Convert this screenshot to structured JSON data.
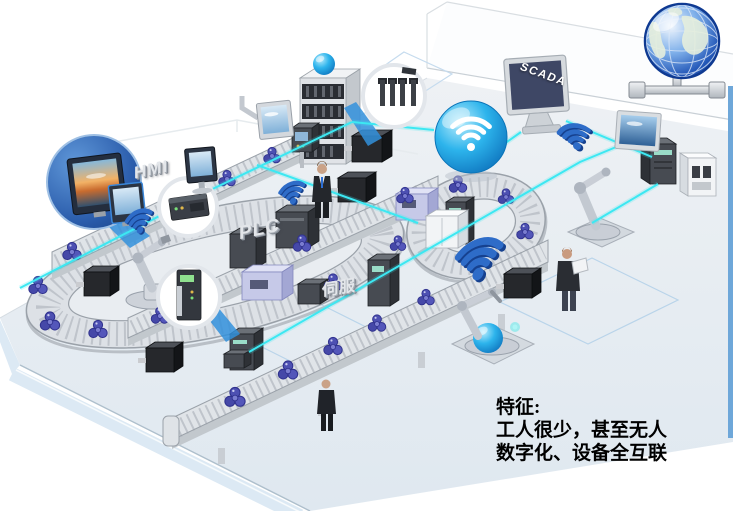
{
  "illustration": {
    "type": "smart-factory-isometric-scene",
    "labels": {
      "hmi": "HMI",
      "plc": "PLC",
      "servo": "伺服",
      "scada": "SCADA"
    },
    "caption": {
      "heading": "特征:",
      "line1": "工人很少，甚至无人",
      "line2": "数字化、设备全互联"
    },
    "icons": [
      "globe-network-icon",
      "wifi-sphere-icon",
      "wifi-signal-icon",
      "scada-monitor",
      "hmi-screen-callout",
      "plc-controller-callout",
      "servo-drive-callout",
      "tools-callout",
      "robot-arm",
      "conveyor-loop",
      "worker-figure"
    ],
    "colors": {
      "connection_cyan": "#3ce8f2",
      "wifi_blue": "#2e6cc8",
      "sphere_blue": "#0e86cf",
      "globe_blue": "#2458b8",
      "part_purple": "#4d50b2",
      "floor": "#e9edf1",
      "floor_edge_blue": "#dce9f4",
      "machine_dark": "#474b52",
      "screen_navy": "#3e4765",
      "right_strip_blue": "#6ea7d9"
    }
  }
}
